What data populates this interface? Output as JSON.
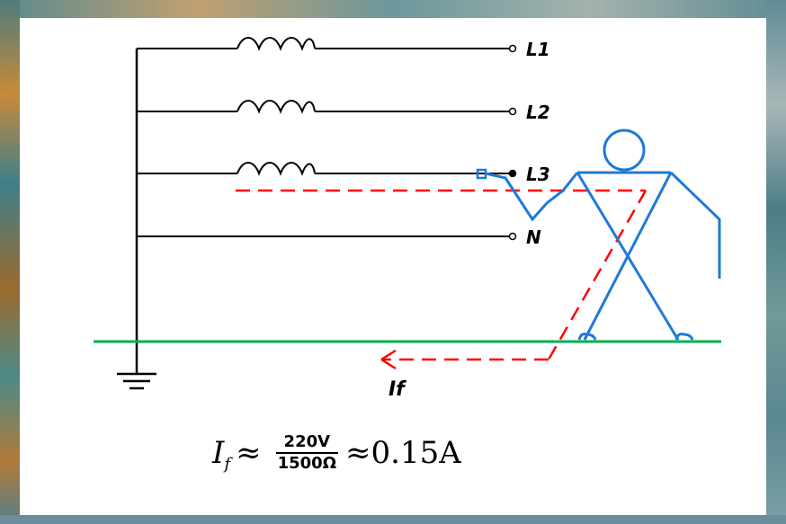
{
  "diagram": {
    "lines": {
      "l1": "L1",
      "l2": "L2",
      "l3": "L3",
      "n": "N"
    },
    "fault_current_label": "If",
    "formula": {
      "symbol": "I",
      "subscript": "f",
      "approx": "≈",
      "numerator": "220V",
      "denominator": "1500Ω",
      "result": "≈0.15A"
    },
    "colors": {
      "conductors": "#000000",
      "ground": "#00b050",
      "fault_path": "#ff0000",
      "person": "#1f7ad6"
    }
  }
}
